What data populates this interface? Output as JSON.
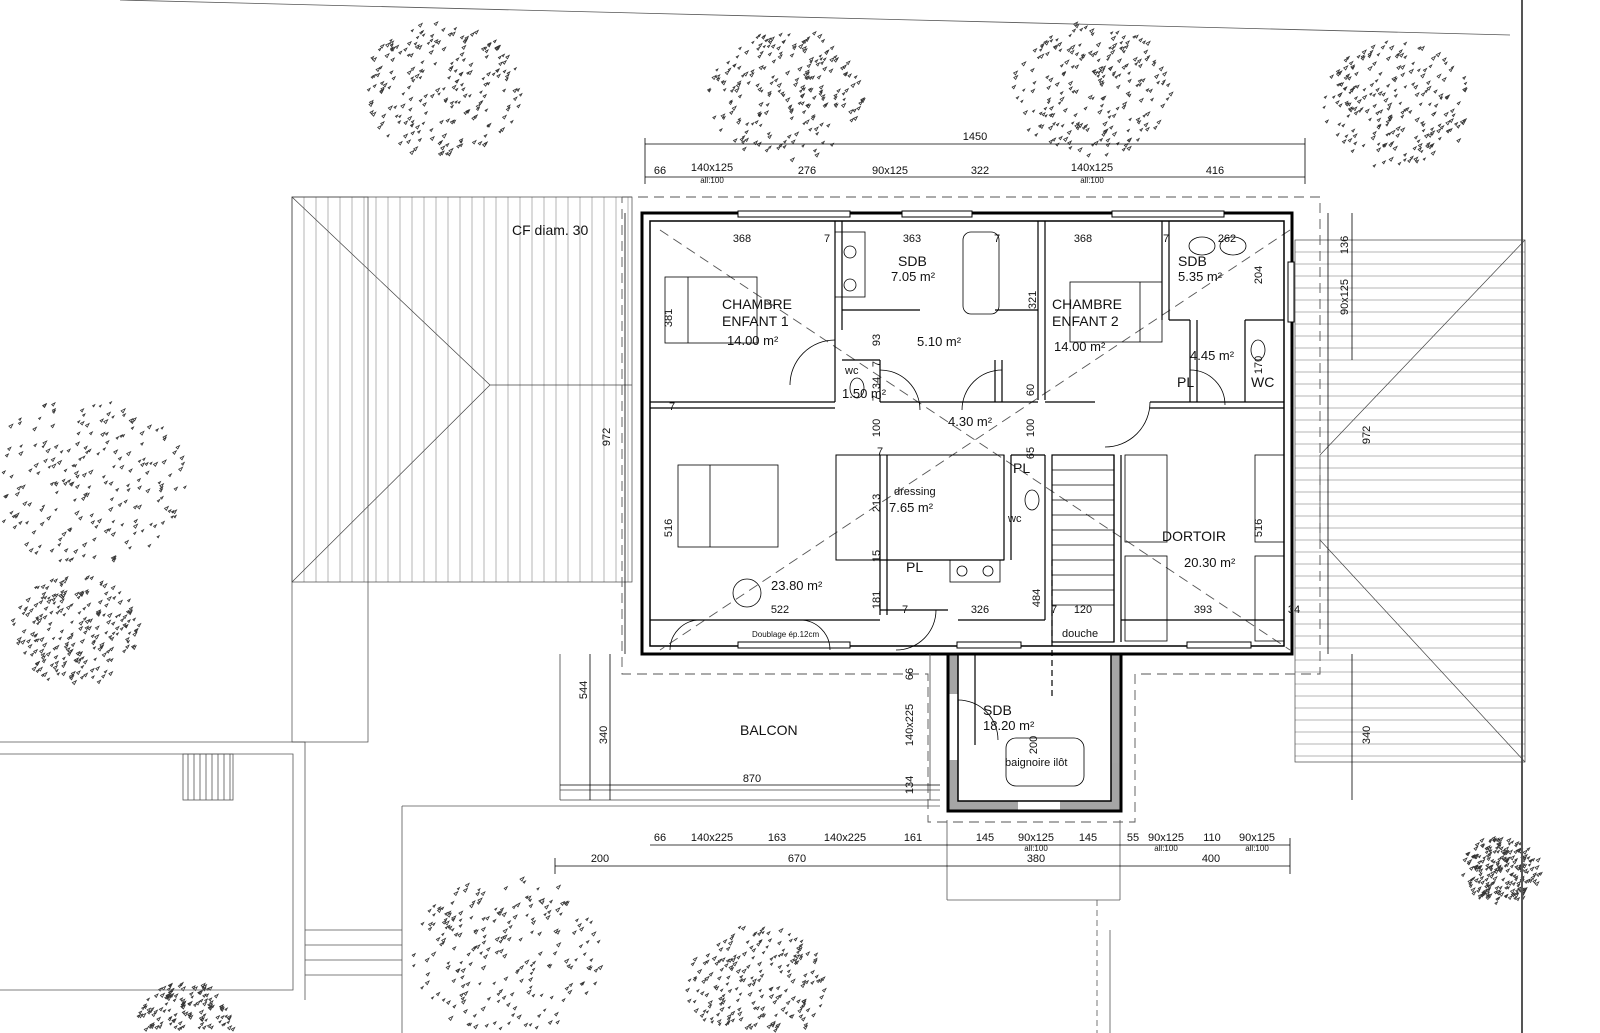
{
  "rooms": {
    "chambre1_l1": "CHAMBRE",
    "chambre1_l2": "ENFANT 1",
    "chambre1_area": "14.00 m²",
    "sdb1_name": "SDB",
    "sdb1_area": "7.05 m²",
    "hall_top_area": "5.10 m²",
    "chambre2_l1": "CHAMBRE",
    "chambre2_l2": "ENFANT 2",
    "chambre2_area": "14.00 m²",
    "sdb2_name": "SDB",
    "sdb2_area": "5.35 m²",
    "wc_small_name": "wc",
    "wc_small_area": "1.50 m²",
    "hall_right_area": "4.45 m²",
    "pl_right": "PL",
    "wc_right_name": "WC",
    "corridor_area": "4.30 m²",
    "pl_mid": "PL",
    "dressing_name": "dressing",
    "dressing_area": "7.65 m²",
    "wc_dressing": "wc",
    "pl_bottom": "PL",
    "dortoir_name": "DORTOIR",
    "dortoir_area": "20.30 m²",
    "master_area": "23.80 m²",
    "douche": "douche",
    "doublage": "Doublage ép.12cm",
    "balcon": "BALCON",
    "sdb3_name": "SDB",
    "sdb3_area": "18.20 m²",
    "baignoire": "baignoire ilôt"
  },
  "labels": {
    "chimney": "CF diam. 30"
  },
  "dims_top": {
    "total": "1450",
    "d66": "66",
    "w1": "140x125",
    "w1_sub": "all:100",
    "d276": "276",
    "w2": "90x125",
    "d322": "322",
    "w3": "140x125",
    "w3_sub": "all:100",
    "d416": "416"
  },
  "dims_bottom": {
    "d66": "66",
    "w1": "140x225",
    "d163": "163",
    "w2": "140x225",
    "d161": "161",
    "d145a": "145",
    "w3": "90x125",
    "w3_sub": "all:100",
    "d145b": "145",
    "d55": "55",
    "w4": "90x125",
    "w4_sub": "all:100",
    "d110": "110",
    "w5": "90x125",
    "w5_sub": "all:100",
    "d200": "200",
    "d670": "670",
    "d380": "380",
    "d400": "400"
  },
  "dims_inner": {
    "d368a": "368",
    "d7a": "7",
    "d363": "363",
    "d7b": "7",
    "d368b": "368",
    "d7c": "7",
    "d262": "262",
    "d381": "381",
    "d321": "321",
    "d93": "93",
    "d7d": "7",
    "d34": "34",
    "d7e": "7",
    "d100a": "100",
    "d60": "60",
    "d100b": "100",
    "d65": "65",
    "d204": "204",
    "d170": "170",
    "d7f": "7",
    "d7g": "7",
    "d213": "213",
    "d15": "15",
    "d181": "181",
    "d516a": "516",
    "d516b": "516",
    "d522": "522",
    "d7h": "7",
    "d326": "326",
    "d7i": "7",
    "d120": "120",
    "d393": "393",
    "d34b": "34",
    "d484": "484",
    "d200": "200",
    "d66v": "66",
    "d140x225v": "140x225",
    "d134": "134",
    "d870": "870"
  },
  "dims_side": {
    "d972_left": "972",
    "d544": "544",
    "d340_left": "340",
    "d136": "136",
    "d90x125": "90x125",
    "d972_right": "972",
    "d340_right": "340"
  }
}
